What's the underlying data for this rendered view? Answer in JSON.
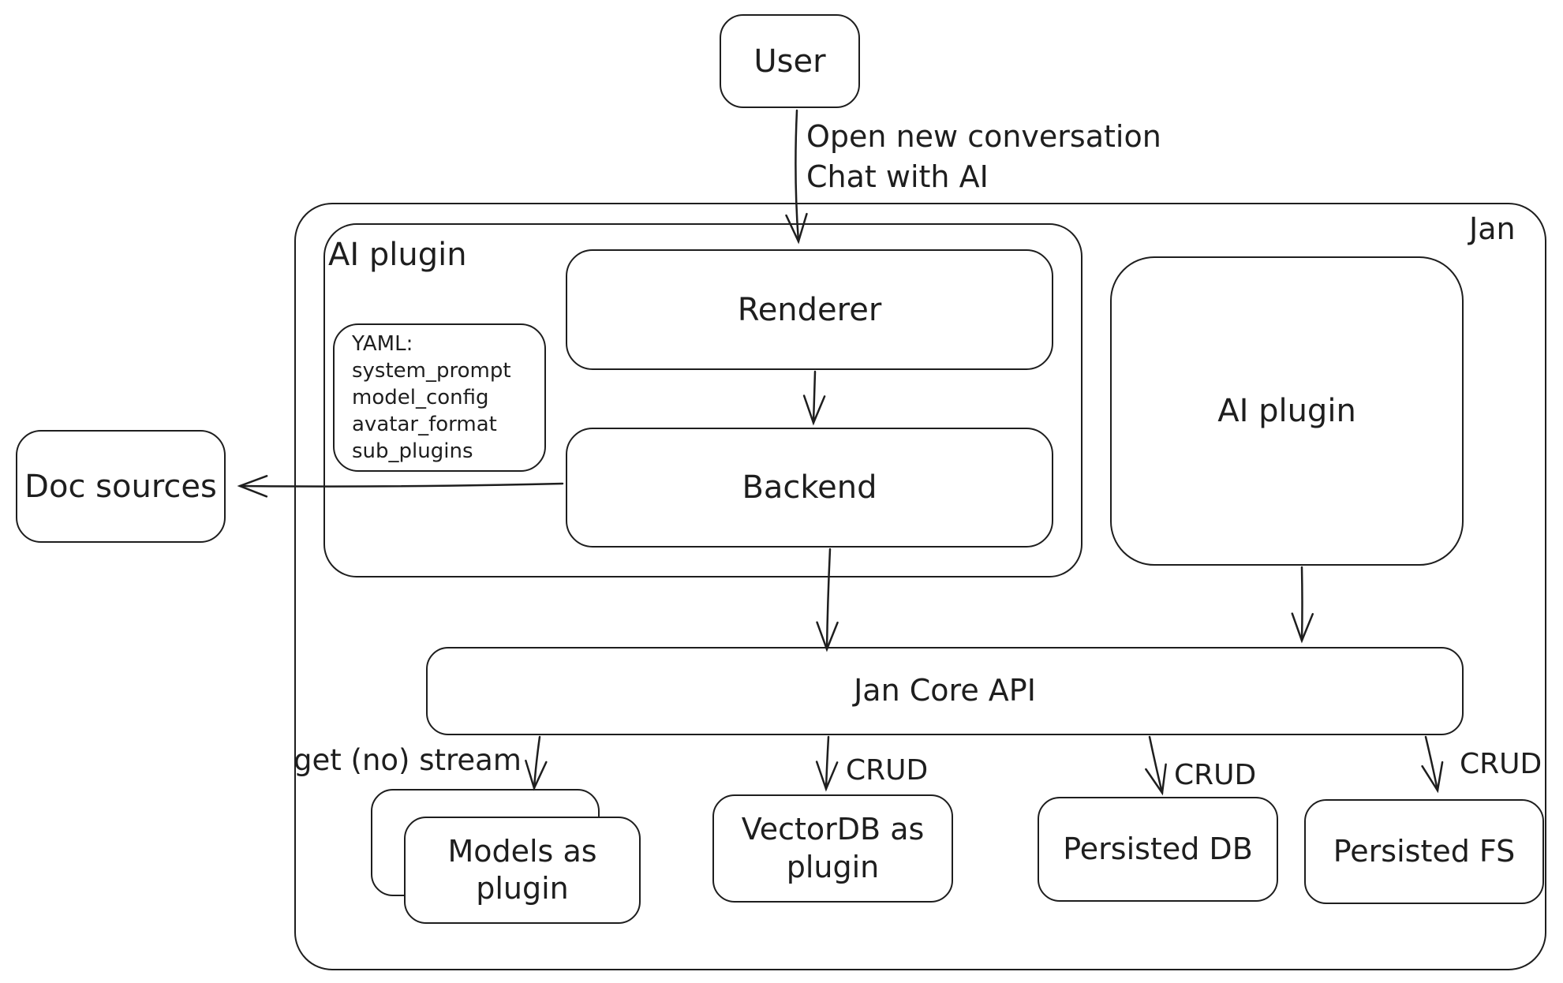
{
  "colors": {
    "stroke": "#1e1e1e",
    "background": "#ffffff"
  },
  "diagram": {
    "user": {
      "label": "User"
    },
    "user_arrow": {
      "line1": "Open new conversation",
      "line2": "Chat with AI"
    },
    "jan": {
      "label": "Jan"
    },
    "ai_plugin_container": {
      "label": "AI plugin"
    },
    "yaml_note": {
      "lines": [
        "YAML:",
        "system_prompt",
        "model_config",
        "avatar_format",
        "sub_plugins"
      ]
    },
    "renderer": {
      "label": "Renderer"
    },
    "backend": {
      "label": "Backend"
    },
    "ai_plugin_box": {
      "label": "AI plugin"
    },
    "doc_sources": {
      "label": "Doc sources"
    },
    "jan_core_api": {
      "label": "Jan Core API"
    },
    "edges": {
      "get_no_stream": "get (no) stream",
      "crud_vectordb": "CRUD",
      "crud_persisted_db": "CRUD",
      "crud_persisted_fs": "CRUD"
    },
    "models_as_plugin": {
      "label": "Models as plugin"
    },
    "vectordb_as_plugin": {
      "label": "VectorDB as plugin"
    },
    "persisted_db": {
      "label": "Persisted DB"
    },
    "persisted_fs": {
      "label": "Persisted FS"
    }
  }
}
